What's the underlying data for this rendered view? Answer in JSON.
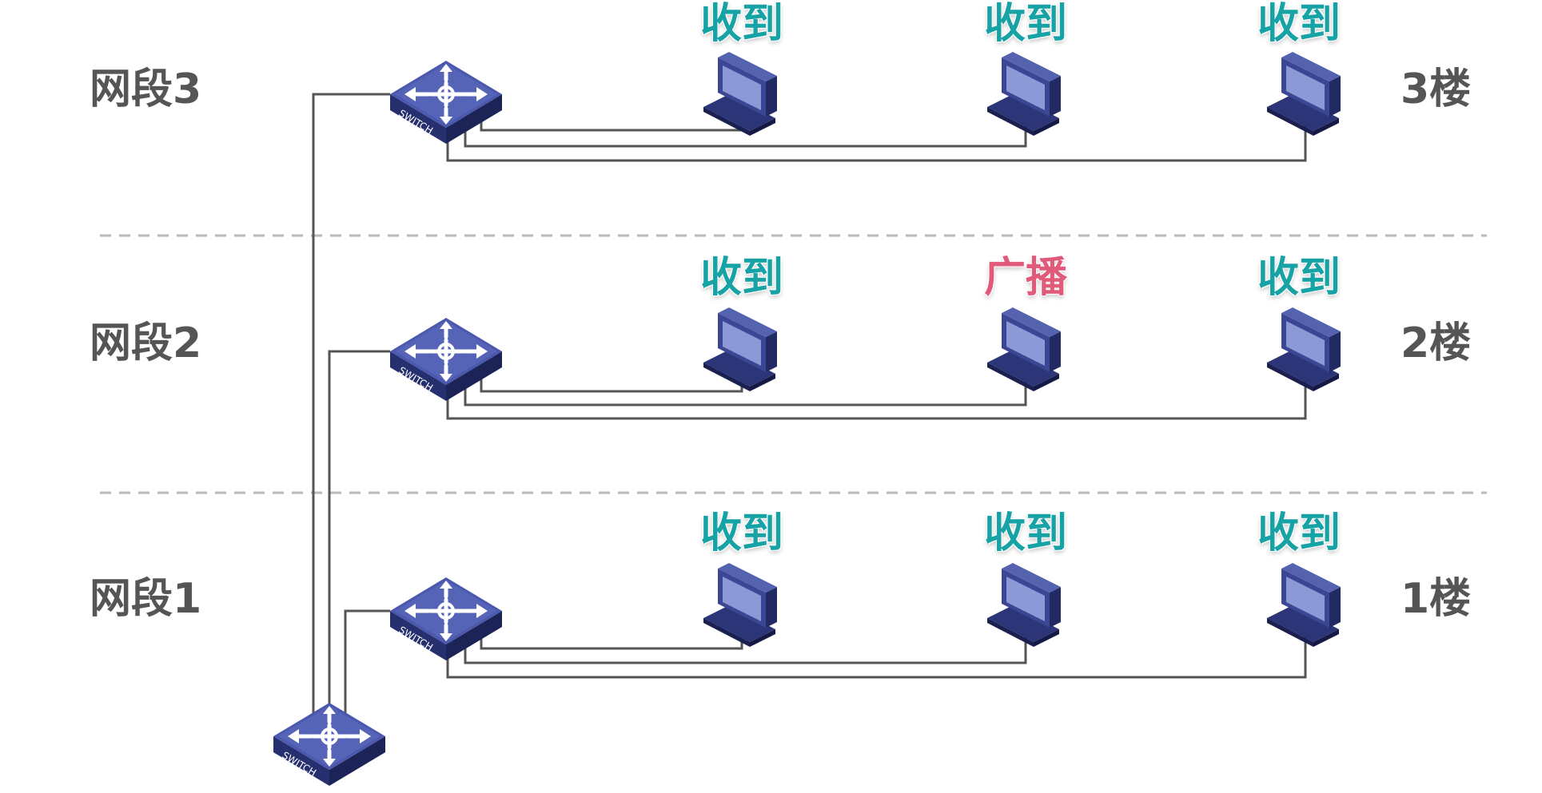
{
  "colors": {
    "received": "#17a3a6",
    "broadcast": "#e05a7a",
    "label": "#555555",
    "switch": "#3d4a9c",
    "cable": "#555555",
    "divider": "#bbbbbb"
  },
  "segments": [
    {
      "segment_label": "网段3",
      "floor_label": "3楼",
      "pcs": [
        {
          "label": "收到",
          "kind": "received",
          "icon": "desktop-computer-icon"
        },
        {
          "label": "收到",
          "kind": "received",
          "icon": "desktop-computer-icon"
        },
        {
          "label": "收到",
          "kind": "received",
          "icon": "desktop-computer-icon"
        }
      ],
      "switch": {
        "text": "SWITCH",
        "icon": "network-switch-icon"
      }
    },
    {
      "segment_label": "网段2",
      "floor_label": "2楼",
      "pcs": [
        {
          "label": "收到",
          "kind": "received",
          "icon": "desktop-computer-icon"
        },
        {
          "label": "广播",
          "kind": "broadcast",
          "icon": "desktop-computer-icon"
        },
        {
          "label": "收到",
          "kind": "received",
          "icon": "desktop-computer-icon"
        }
      ],
      "switch": {
        "text": "SWITCH",
        "icon": "network-switch-icon"
      }
    },
    {
      "segment_label": "网段1",
      "floor_label": "1楼",
      "pcs": [
        {
          "label": "收到",
          "kind": "received",
          "icon": "desktop-computer-icon"
        },
        {
          "label": "收到",
          "kind": "received",
          "icon": "desktop-computer-icon"
        },
        {
          "label": "收到",
          "kind": "received",
          "icon": "desktop-computer-icon"
        }
      ],
      "switch": {
        "text": "SWITCH",
        "icon": "network-switch-icon"
      }
    }
  ],
  "core_switch": {
    "text": "SWITCH",
    "icon": "network-switch-icon"
  }
}
